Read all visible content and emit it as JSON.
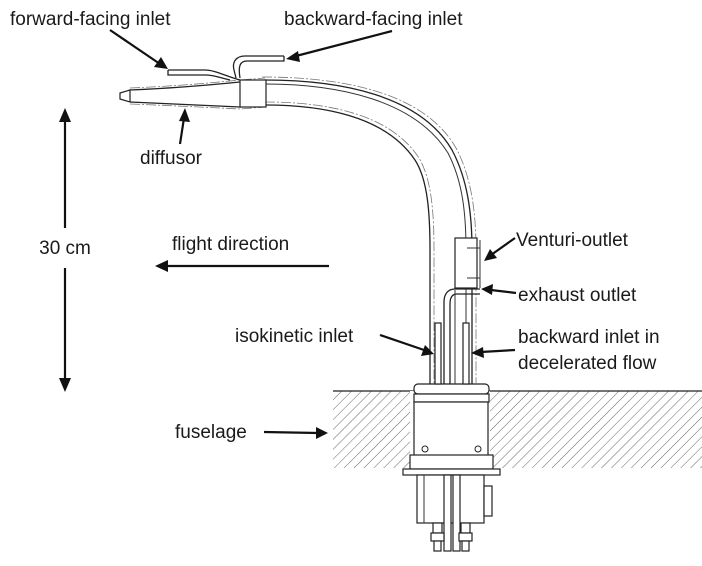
{
  "diagram": {
    "title": "",
    "labels": {
      "forward_facing_inlet": "forward-facing inlet",
      "backward_facing_inlet": "backward-facing inlet",
      "diffusor": "diffusor",
      "scale": "30 cm",
      "flight_direction": "flight direction",
      "venturi_outlet": "Venturi-outlet",
      "exhaust_outlet": "exhaust outlet",
      "isokinetic_inlet": "isokinetic inlet",
      "backward_inlet_line1": "backward inlet in",
      "backward_inlet_line2": "decelerated flow",
      "fuselage": "fuselage"
    },
    "colors": {
      "line": "#222222",
      "text": "#1a1a1a",
      "background": "#ffffff"
    }
  }
}
